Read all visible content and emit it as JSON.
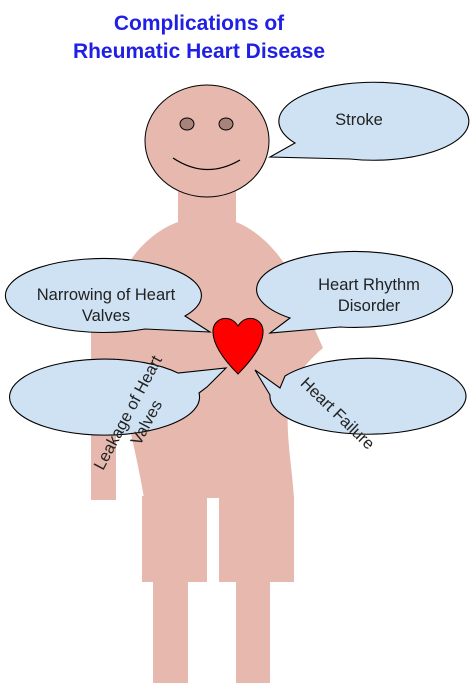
{
  "title": {
    "line1": "Complications of",
    "line2": "Rheumatic Heart Disease"
  },
  "complications": {
    "stroke": "Stroke",
    "rhythm_line1": "Heart Rhythm",
    "rhythm_line2": "Disorder",
    "narrowing_line1": "Narrowing of Heart",
    "narrowing_line2": "Valves",
    "leakage_line1": "Leakage of Heart",
    "leakage_line2": "Valves",
    "failure": "Heart Failure"
  },
  "colors": {
    "title": "#1f1fe6",
    "skin": "#e6b8ae",
    "bubble_fill": "#cfe2f3",
    "heart": "#ff0000"
  }
}
